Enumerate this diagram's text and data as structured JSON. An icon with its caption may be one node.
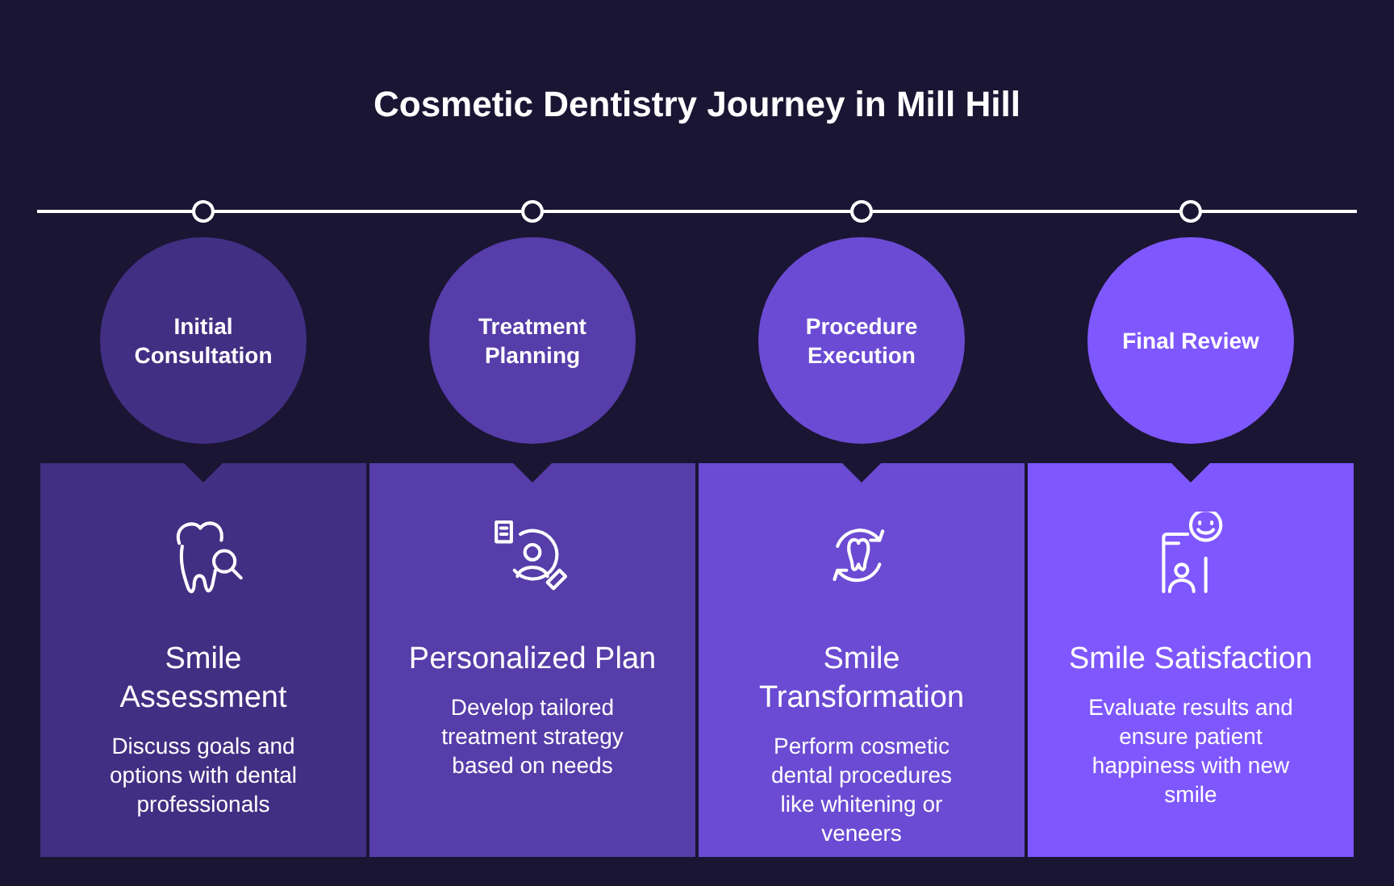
{
  "diagram": {
    "title": "Cosmetic Dentistry Journey in Mill Hill",
    "nodes": [
      {
        "text": [
          "Initial Consultation"
        ]
      },
      {
        "text": [
          "Treatment Planning"
        ]
      },
      {
        "text": [
          "Procedure Execution"
        ]
      },
      {
        "text": [
          "Final Review"
        ]
      },
      {
        "text": [
          "Smile Assessment",
          "Discuss goals and options with dental professionals"
        ]
      },
      {
        "text": [
          "Personalized Plan",
          "Develop tailored treatment strategy based on needs"
        ]
      },
      {
        "text": [
          "Smile Transformation",
          "Perform cosmetic dental procedures like whitening or veneers"
        ]
      },
      {
        "text": [
          "Smile Satisfaction",
          "Evaluate results and ensure patient happiness with new smile"
        ]
      }
    ]
  }
}
